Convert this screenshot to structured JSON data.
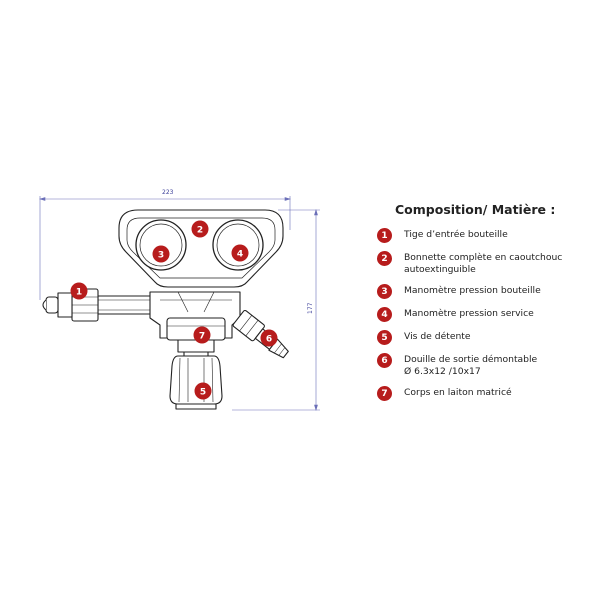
{
  "dimensions": {
    "width": "223",
    "height": "177"
  },
  "legend": {
    "title": "Composition/ Matière :",
    "badge_color": "#b71c1c",
    "items": [
      {
        "number": "1",
        "text": "Tige d’entrée bouteille"
      },
      {
        "number": "2",
        "text": "Bonnette complète en caoutchouc\nautoextinguible"
      },
      {
        "number": "3",
        "text": "Manomètre pression bouteille"
      },
      {
        "number": "4",
        "text": "Manomètre pression service"
      },
      {
        "number": "5",
        "text": "Vis de détente"
      },
      {
        "number": "6",
        "text": "Douille de sortie démontable\nØ 6.3x12 /10x17"
      },
      {
        "number": "7",
        "text": "Corps en laiton matricé"
      }
    ]
  }
}
